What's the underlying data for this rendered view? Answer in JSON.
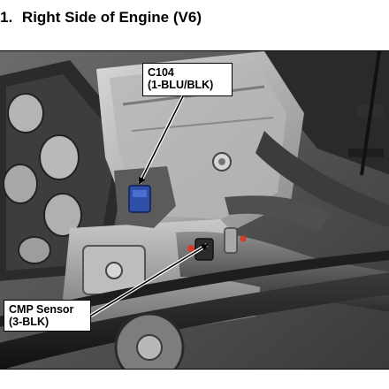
{
  "heading": {
    "number": "1.",
    "title": "Right Side of Engine (V6)"
  },
  "callouts": {
    "c104": {
      "line1": "C104",
      "line2": "(1-BLU/BLK)"
    },
    "cmp_sensor": {
      "line1": "CMP Sensor",
      "line2": "(3-BLK)"
    }
  },
  "connector_color": "#2f4fa8",
  "pin_marker_color": "#d63a2a"
}
